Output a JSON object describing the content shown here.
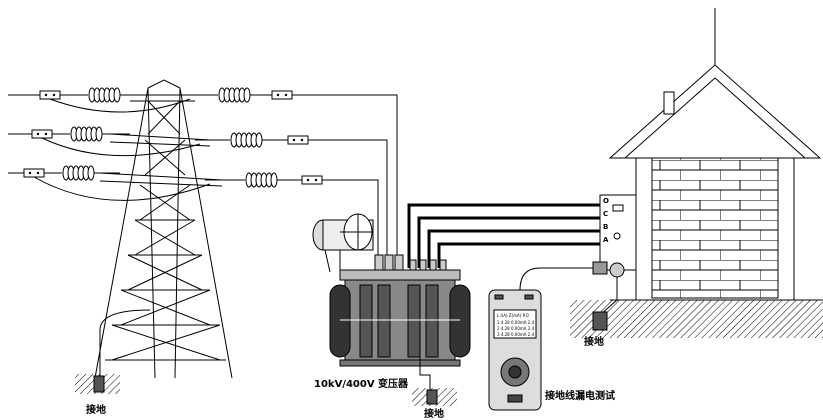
{
  "labels": {
    "tower_ground": "接地",
    "transformer_ground": "接地",
    "house_ground": "接地",
    "transformer_name": "10kV/400V 变压器",
    "tester_caption": "接地线漏电测试"
  },
  "phases": [
    "O",
    "C",
    "B",
    "A"
  ],
  "meter_screen": {
    "header": [
      "L",
      "I(A)",
      "Z(mA)",
      "P.O"
    ],
    "rows": [
      [
        "1",
        "4.28",
        "0.00mA",
        "2.4"
      ],
      [
        "2",
        "4.28",
        "0.00mA",
        "2.4"
      ],
      [
        "3",
        "4.28",
        "0.00mA",
        "2.4"
      ]
    ]
  }
}
